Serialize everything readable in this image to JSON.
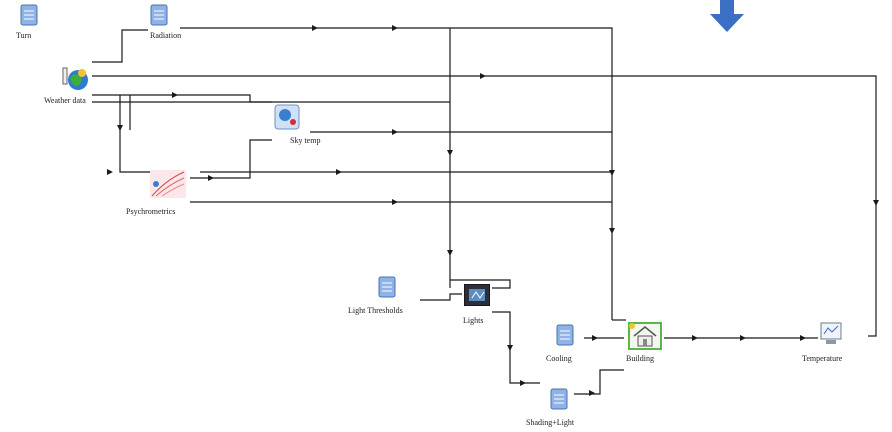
{
  "nodes": [
    {
      "id": "turn",
      "name": "turn-component",
      "icon": "document-icon",
      "label": "Turn"
    },
    {
      "id": "radiation",
      "name": "radiation-component",
      "icon": "document-icon",
      "label": "Radiation"
    },
    {
      "id": "weather",
      "name": "weather-data-component",
      "icon": "globe-weather-icon",
      "label": "Weather data"
    },
    {
      "id": "skytemp",
      "name": "sky-temp-component",
      "icon": "sky-temp-icon",
      "label": "Sky temp"
    },
    {
      "id": "psychro",
      "name": "psychrometrics-component",
      "icon": "psychrometric-chart-icon",
      "label": "Psychrometrics"
    },
    {
      "id": "lightthr",
      "name": "light-thresholds-component",
      "icon": "document-icon",
      "label": "Light Thresholds"
    },
    {
      "id": "lights",
      "name": "lights-component",
      "icon": "controller-icon",
      "label": "Lights"
    },
    {
      "id": "cooling",
      "name": "cooling-component",
      "icon": "document-icon",
      "label": "Cooling"
    },
    {
      "id": "building",
      "name": "building-component",
      "icon": "house-icon",
      "label": "Building"
    },
    {
      "id": "shading",
      "name": "shading-light-component",
      "icon": "document-icon",
      "label": "Shading+Light"
    },
    {
      "id": "temperature",
      "name": "temperature-component",
      "icon": "monitor-plot-icon",
      "label": "Temperature"
    }
  ],
  "colors": {
    "accent": "#3a6fc4",
    "wire": "#1a1a1a",
    "icon_blue": "#8fb3e6"
  }
}
